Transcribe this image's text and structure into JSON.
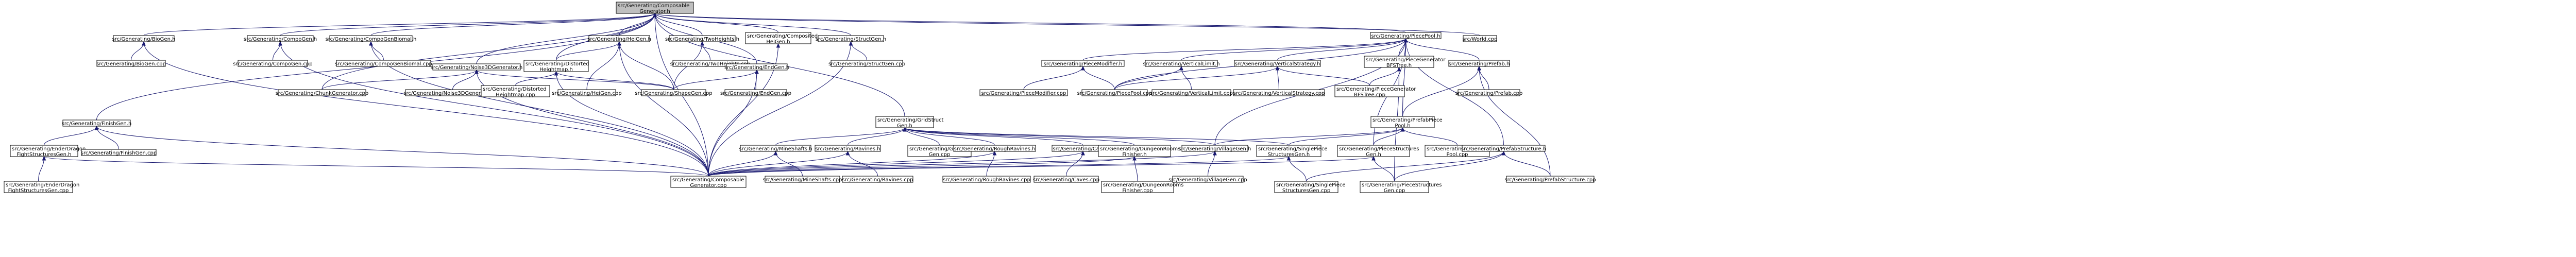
{
  "graph": {
    "nodes": [
      {
        "id": "root",
        "lines": [
          "src/Generating/Composable",
          "Generator.h"
        ],
        "root": true
      },
      {
        "id": "FinishGen_h",
        "lines": [
          "src/Generating/FinishGen.h"
        ]
      },
      {
        "id": "EnderDragonFightStructuresGen_h",
        "lines": [
          "src/Generating/EnderDragon",
          "FightStructuresGen.h"
        ]
      },
      {
        "id": "EnderDragonFightStructuresGen_cpp",
        "lines": [
          "src/Generating/EnderDragon",
          "FightStructuresGen.cpp"
        ]
      },
      {
        "id": "FinishGen_cpp",
        "lines": [
          "src/Generating/FinishGen.cpp"
        ]
      },
      {
        "id": "BioGen_h",
        "lines": [
          "src/Generating/BioGen.h"
        ]
      },
      {
        "id": "BioGen_cpp",
        "lines": [
          "src/Generating/BioGen.cpp"
        ]
      },
      {
        "id": "CompoGen_h",
        "lines": [
          "src/Generating/CompoGen.h"
        ]
      },
      {
        "id": "CompoGen_cpp",
        "lines": [
          "src/Generating/CompoGen.cpp"
        ]
      },
      {
        "id": "CompoGenBiomal_h",
        "lines": [
          "src/Generating/CompoGenBiomal.h"
        ]
      },
      {
        "id": "CompoGenBiomal_cpp",
        "lines": [
          "src/Generating/CompoGenBiomal.cpp"
        ]
      },
      {
        "id": "Noise3DGenerator_h",
        "lines": [
          "src/Generating/Noise3DGenerator.h"
        ]
      },
      {
        "id": "ChunkGenerator_cpp",
        "lines": [
          "src/Generating/ChunkGenerator.cpp"
        ]
      },
      {
        "id": "Noise3DGenerator_cpp",
        "lines": [
          "src/Generating/Noise3DGenerator.cpp"
        ]
      },
      {
        "id": "HeiGen_h",
        "lines": [
          "src/Generating/HeiGen.h"
        ]
      },
      {
        "id": "DistortedHeightmap_h",
        "lines": [
          "src/Generating/Distorted",
          "Heightmap.h"
        ]
      },
      {
        "id": "DistortedHeightmap_cpp",
        "lines": [
          "src/Generating/Distorted",
          "Heightmap.cpp"
        ]
      },
      {
        "id": "HeiGen_cpp",
        "lines": [
          "src/Generating/HeiGen.cpp"
        ]
      },
      {
        "id": "TwoHeights_h",
        "lines": [
          "src/Generating/TwoHeights.h"
        ]
      },
      {
        "id": "TwoHeights_cpp",
        "lines": [
          "src/Generating/TwoHeights.cpp"
        ]
      },
      {
        "id": "EndGen_h",
        "lines": [
          "src/Generating/EndGen.h"
        ]
      },
      {
        "id": "ShapeGen_cpp",
        "lines": [
          "src/Generating/ShapeGen.cpp"
        ]
      },
      {
        "id": "EndGen_cpp",
        "lines": [
          "src/Generating/EndGen.cpp"
        ]
      },
      {
        "id": "CompositedHeiGen_h",
        "lines": [
          "src/Generating/Composited",
          "HeiGen.h"
        ]
      },
      {
        "id": "StructGen_h",
        "lines": [
          "src/Generating/StructGen.h"
        ]
      },
      {
        "id": "StructGen_cpp",
        "lines": [
          "src/Generating/StructGen.cpp"
        ]
      },
      {
        "id": "GridStructGen_h",
        "lines": [
          "src/Generating/GridStruct",
          "Gen.h"
        ]
      },
      {
        "id": "GridStructGen_cpp",
        "lines": [
          "src/Generating/GridStruct",
          "Gen.cpp"
        ]
      },
      {
        "id": "MineShafts_h",
        "lines": [
          "src/Generating/MineShafts.h"
        ]
      },
      {
        "id": "MineShafts_cpp",
        "lines": [
          "src/Generating/MineShafts.cpp"
        ]
      },
      {
        "id": "Ravines_h",
        "lines": [
          "src/Generating/Ravines.h"
        ]
      },
      {
        "id": "Ravines_cpp",
        "lines": [
          "src/Generating/Ravines.cpp"
        ]
      },
      {
        "id": "RoughRavines_h",
        "lines": [
          "src/Generating/RoughRavines.h"
        ]
      },
      {
        "id": "RoughRavines_cpp",
        "lines": [
          "src/Generating/RoughRavines.cpp"
        ]
      },
      {
        "id": "Caves_h",
        "lines": [
          "src/Generating/Caves.h"
        ]
      },
      {
        "id": "Caves_cpp",
        "lines": [
          "src/Generating/Caves.cpp"
        ]
      },
      {
        "id": "DungeonRoomsFinisher_h",
        "lines": [
          "src/Generating/DungeonRooms",
          "Finisher.h"
        ]
      },
      {
        "id": "DungeonRoomsFinisher_cpp",
        "lines": [
          "src/Generating/DungeonRooms",
          "Finisher.cpp"
        ]
      },
      {
        "id": "VillageGen_h",
        "lines": [
          "src/Generating/VillageGen.h"
        ]
      },
      {
        "id": "VillageGen_cpp",
        "lines": [
          "src/Generating/VillageGen.cpp"
        ]
      },
      {
        "id": "SinglePieceStructuresGen_h",
        "lines": [
          "src/Generating/SinglePiece",
          "StructuresGen.h"
        ]
      },
      {
        "id": "SinglePieceStructuresGen_cpp",
        "lines": [
          "src/Generating/SinglePiece",
          "StructuresGen.cpp"
        ]
      },
      {
        "id": "ComposableGenerator_cpp",
        "lines": [
          "src/Generating/Composable",
          "Generator.cpp"
        ]
      },
      {
        "id": "PiecePool_h",
        "lines": [
          "src/Generating/PiecePool.h"
        ]
      },
      {
        "id": "PieceModifier_h",
        "lines": [
          "src/Generating/PieceModifier.h"
        ]
      },
      {
        "id": "PieceModifier_cpp",
        "lines": [
          "src/Generating/PieceModifier.cpp"
        ]
      },
      {
        "id": "PiecePool_cpp",
        "lines": [
          "src/Generating/PiecePool.cpp"
        ]
      },
      {
        "id": "VerticalLimit_h",
        "lines": [
          "src/Generating/VerticalLimit.h"
        ]
      },
      {
        "id": "VerticalLimit_cpp",
        "lines": [
          "src/Generating/VerticalLimit.cpp"
        ]
      },
      {
        "id": "VerticalStrategy_h",
        "lines": [
          "src/Generating/VerticalStrategy.h"
        ]
      },
      {
        "id": "VerticalStrategy_cpp",
        "lines": [
          "src/Generating/VerticalStrategy.cpp"
        ]
      },
      {
        "id": "PieceGeneratorBFSTree_h",
        "lines": [
          "src/Generating/PieceGenerator",
          "BFSTree.h"
        ]
      },
      {
        "id": "PieceGeneratorBFSTree_cpp",
        "lines": [
          "src/Generating/PieceGenerator",
          "BFSTree.cpp"
        ]
      },
      {
        "id": "Prefab_h",
        "lines": [
          "src/Generating/Prefab.h"
        ]
      },
      {
        "id": "Prefab_cpp",
        "lines": [
          "src/Generating/Prefab.cpp"
        ]
      },
      {
        "id": "PrefabPiecePool_h",
        "lines": [
          "src/Generating/PrefabPiece",
          "Pool.h"
        ]
      },
      {
        "id": "PrefabPiecePool_cpp",
        "lines": [
          "src/Generating/PrefabPiece",
          "Pool.cpp"
        ]
      },
      {
        "id": "PieceStructuresGen_h",
        "lines": [
          "src/Generating/PieceStructures",
          "Gen.h"
        ]
      },
      {
        "id": "PieceStructuresGen_cpp",
        "lines": [
          "src/Generating/PieceStructures",
          "Gen.cpp"
        ]
      },
      {
        "id": "PrefabStructure_h",
        "lines": [
          "src/Generating/PrefabStructure.h"
        ]
      },
      {
        "id": "PrefabStructure_cpp",
        "lines": [
          "src/Generating/PrefabStructure.cpp"
        ]
      },
      {
        "id": "World_cpp",
        "lines": [
          "src/World.cpp"
        ]
      }
    ],
    "edges": [
      [
        "root",
        "FinishGen_h"
      ],
      [
        "root",
        "BioGen_h"
      ],
      [
        "root",
        "CompoGen_h"
      ],
      [
        "root",
        "CompoGenBiomal_h"
      ],
      [
        "root",
        "Noise3DGenerator_h"
      ],
      [
        "root",
        "HeiGen_h"
      ],
      [
        "root",
        "TwoHeights_h"
      ],
      [
        "root",
        "CompositedHeiGen_h"
      ],
      [
        "root",
        "StructGen_h"
      ],
      [
        "root",
        "GridStructGen_h"
      ],
      [
        "root",
        "PiecePool_h"
      ],
      [
        "root",
        "World_cpp"
      ],
      [
        "root",
        "ChunkGenerator_cpp"
      ],
      [
        "root",
        "ComposableGenerator_cpp"
      ],
      [
        "root",
        "DistortedHeightmap_h"
      ],
      [
        "root",
        "EndGen_h"
      ],
      [
        "FinishGen_h",
        "EnderDragonFightStructuresGen_h"
      ],
      [
        "FinishGen_h",
        "FinishGen_cpp"
      ],
      [
        "FinishGen_h",
        "ComposableGenerator_cpp"
      ],
      [
        "EnderDragonFightStructuresGen_h",
        "EnderDragonFightStructuresGen_cpp"
      ],
      [
        "EnderDragonFightStructuresGen_h",
        "ComposableGenerator_cpp"
      ],
      [
        "BioGen_h",
        "BioGen_cpp"
      ],
      [
        "BioGen_h",
        "ComposableGenerator_cpp"
      ],
      [
        "CompoGen_h",
        "CompoGen_cpp"
      ],
      [
        "CompoGen_h",
        "ComposableGenerator_cpp"
      ],
      [
        "CompoGenBiomal_h",
        "CompoGenBiomal_cpp"
      ],
      [
        "CompoGenBiomal_h",
        "ComposableGenerator_cpp"
      ],
      [
        "Noise3DGenerator_h",
        "ChunkGenerator_cpp"
      ],
      [
        "Noise3DGenerator_h",
        "Noise3DGenerator_cpp"
      ],
      [
        "Noise3DGenerator_h",
        "ComposableGenerator_cpp"
      ],
      [
        "Noise3DGenerator_h",
        "ShapeGen_cpp"
      ],
      [
        "HeiGen_h",
        "DistortedHeightmap_h"
      ],
      [
        "HeiGen_h",
        "HeiGen_cpp"
      ],
      [
        "HeiGen_h",
        "ShapeGen_cpp"
      ],
      [
        "HeiGen_h",
        "ComposableGenerator_cpp"
      ],
      [
        "DistortedHeightmap_h",
        "DistortedHeightmap_cpp"
      ],
      [
        "DistortedHeightmap_h",
        "ShapeGen_cpp"
      ],
      [
        "DistortedHeightmap_h",
        "ComposableGenerator_cpp"
      ],
      [
        "TwoHeights_h",
        "TwoHeights_cpp"
      ],
      [
        "TwoHeights_h",
        "ShapeGen_cpp"
      ],
      [
        "EndGen_h",
        "ShapeGen_cpp"
      ],
      [
        "EndGen_h",
        "EndGen_cpp"
      ],
      [
        "EndGen_h",
        "ComposableGenerator_cpp"
      ],
      [
        "CompositedHeiGen_h",
        "ComposableGenerator_cpp"
      ],
      [
        "StructGen_h",
        "StructGen_cpp"
      ],
      [
        "StructGen_h",
        "ComposableGenerator_cpp"
      ],
      [
        "GridStructGen_h",
        "GridStructGen_cpp"
      ],
      [
        "GridStructGen_h",
        "MineShafts_h"
      ],
      [
        "GridStructGen_h",
        "Ravines_h"
      ],
      [
        "GridStructGen_h",
        "RoughRavines_h"
      ],
      [
        "GridStructGen_h",
        "Caves_h"
      ],
      [
        "GridStructGen_h",
        "DungeonRoomsFinisher_h"
      ],
      [
        "GridStructGen_h",
        "VillageGen_h"
      ],
      [
        "GridStructGen_h",
        "SinglePieceStructuresGen_h"
      ],
      [
        "MineShafts_h",
        "MineShafts_cpp"
      ],
      [
        "MineShafts_h",
        "ComposableGenerator_cpp"
      ],
      [
        "Ravines_h",
        "Ravines_cpp"
      ],
      [
        "Ravines_h",
        "ComposableGenerator_cpp"
      ],
      [
        "RoughRavines_h",
        "RoughRavines_cpp"
      ],
      [
        "RoughRavines_h",
        "ComposableGenerator_cpp"
      ],
      [
        "Caves_h",
        "Caves_cpp"
      ],
      [
        "Caves_h",
        "ComposableGenerator_cpp"
      ],
      [
        "DungeonRoomsFinisher_h",
        "DungeonRoomsFinisher_cpp"
      ],
      [
        "DungeonRoomsFinisher_h",
        "ComposableGenerator_cpp"
      ],
      [
        "VillageGen_h",
        "VillageGen_cpp"
      ],
      [
        "VillageGen_h",
        "ComposableGenerator_cpp"
      ],
      [
        "SinglePieceStructuresGen_h",
        "SinglePieceStructuresGen_cpp"
      ],
      [
        "SinglePieceStructuresGen_h",
        "ComposableGenerator_cpp"
      ],
      [
        "PiecePool_h",
        "PieceModifier_h"
      ],
      [
        "PiecePool_h",
        "VerticalLimit_h"
      ],
      [
        "PiecePool_h",
        "VerticalStrategy_h"
      ],
      [
        "PiecePool_h",
        "PieceGeneratorBFSTree_h"
      ],
      [
        "PiecePool_h",
        "Prefab_h"
      ],
      [
        "PiecePool_h",
        "PrefabPiecePool_h"
      ],
      [
        "PiecePool_h",
        "PiecePool_cpp"
      ],
      [
        "PiecePool_h",
        "VillageGen_h"
      ],
      [
        "PiecePool_h",
        "PieceStructuresGen_h"
      ],
      [
        "PiecePool_h",
        "PrefabStructure_h"
      ],
      [
        "PieceModifier_h",
        "PieceModifier_cpp"
      ],
      [
        "PieceModifier_h",
        "PiecePool_cpp"
      ],
      [
        "VerticalLimit_h",
        "VerticalLimit_cpp"
      ],
      [
        "VerticalLimit_h",
        "PiecePool_cpp"
      ],
      [
        "VerticalStrategy_h",
        "VerticalStrategy_cpp"
      ],
      [
        "VerticalStrategy_h",
        "PiecePool_cpp"
      ],
      [
        "VerticalStrategy_h",
        "PieceGeneratorBFSTree_cpp"
      ],
      [
        "PieceGeneratorBFSTree_h",
        "PieceGeneratorBFSTree_cpp"
      ],
      [
        "PieceGeneratorBFSTree_h",
        "PieceStructuresGen_cpp"
      ],
      [
        "Prefab_h",
        "Prefab_cpp"
      ],
      [
        "Prefab_h",
        "PrefabPiecePool_h"
      ],
      [
        "Prefab_h",
        "PrefabStructure_cpp"
      ],
      [
        "PrefabPiecePool_h",
        "PrefabPiecePool_cpp"
      ],
      [
        "PrefabPiecePool_h",
        "SinglePieceStructuresGen_h"
      ],
      [
        "PrefabPiecePool_h",
        "VillageGen_h"
      ],
      [
        "PrefabPiecePool_h",
        "PieceStructuresGen_h"
      ],
      [
        "PieceStructuresGen_h",
        "PieceStructuresGen_cpp"
      ],
      [
        "PieceStructuresGen_h",
        "ComposableGenerator_cpp"
      ],
      [
        "PrefabStructure_h",
        "PrefabStructure_cpp"
      ],
      [
        "PrefabStructure_h",
        "PieceStructuresGen_cpp"
      ],
      [
        "PrefabStructure_h",
        "SinglePieceStructuresGen_cpp"
      ]
    ]
  }
}
